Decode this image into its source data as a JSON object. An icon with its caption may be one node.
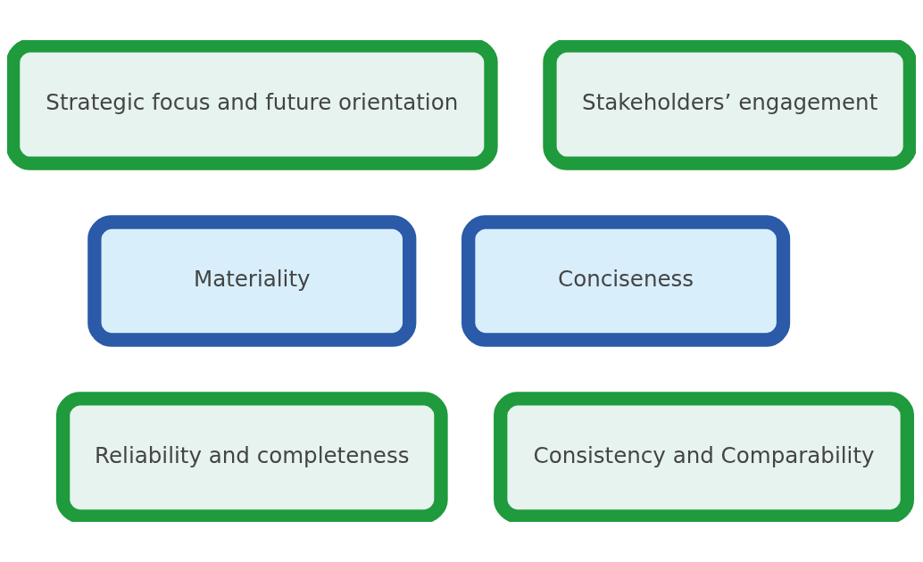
{
  "diagram": {
    "nodes": [
      {
        "text": [
          "Strategic focus and future orientation"
        ]
      },
      {
        "text": [
          "Stakeholders’ engagement"
        ]
      },
      {
        "text": [
          "Materiality"
        ]
      },
      {
        "text": [
          "Conciseness"
        ]
      },
      {
        "text": [
          "Reliability and completeness"
        ]
      },
      {
        "text": [
          "Consistency and Comparability"
        ]
      }
    ]
  }
}
